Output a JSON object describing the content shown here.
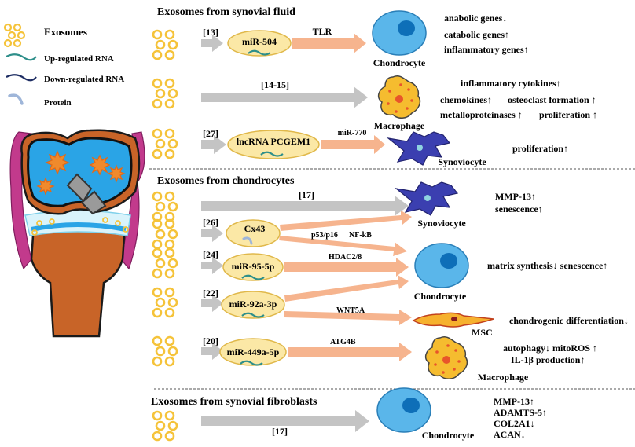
{
  "legend": {
    "exosomes": "Exosomes",
    "up_rna": "Up-regulated RNA",
    "down_rna": "Down-regulated RNA",
    "protein": "Protein"
  },
  "colors": {
    "exosome": "#f5c33a",
    "up_rna": "#2e8f8a",
    "down_rna": "#1e2d63",
    "protein": "#9fb6d9",
    "bubble_fill": "#fbe8a6",
    "bubble_stroke": "#e0b84a",
    "gray_arrow": "#c4c4c4",
    "orange_arrow": "#f6b48e",
    "chondrocyte": "#5ab6ea",
    "synoviocyte": "#3b3fb0",
    "macrophage": "#f5bc2f"
  },
  "sections": {
    "synovial_fluid": {
      "title": "Exosomes from synovial fluid",
      "row1": {
        "ref": "[13]",
        "bubble": "miR-504",
        "arrow_label": "TLR",
        "cell": "Chondrocyte",
        "effects": [
          "anabolic genes↓",
          "catabolic genes↑",
          "inflammatory genes↑"
        ]
      },
      "row2": {
        "ref": "[14-15]",
        "cell": "Macrophage",
        "effect_a": "inflammatory cytokines↑",
        "effect_b1": "chemokines↑",
        "effect_b2": "osteoclast formation ↑",
        "effect_c1": "metalloproteinases ↑",
        "effect_c2": "proliferation ↑"
      },
      "row3": {
        "ref": "[27]",
        "bubble": "lncRNA PCGEM1",
        "arrow_label": "miR-770",
        "cell": "Synoviocyte",
        "effect": "proliferation↑"
      }
    },
    "chondrocytes": {
      "title": "Exosomes from chondrocytes",
      "rows": [
        {
          "ref": "[17]"
        },
        {
          "ref": "[26]",
          "bubble": "Cx43",
          "label_a": "p53/p16",
          "label_b": "NF-kB"
        },
        {
          "ref": "[24]",
          "bubble": "miR-95-5p",
          "arrow_label": "HDAC2/8"
        },
        {
          "ref": "[22]",
          "bubble": "miR-92a-3p",
          "arrow_label": "WNT5A"
        },
        {
          "ref": "[20]",
          "bubble": "miR-449a-5p",
          "arrow_label": "ATG4B"
        }
      ],
      "synoviocyte": {
        "name": "Synoviocyte",
        "effects": [
          "MMP-13↑",
          "senescence↑"
        ]
      },
      "chondrocyte": {
        "name": "Chondrocyte",
        "effect": "matrix synthesis↓ senescence↑"
      },
      "msc": {
        "name": "MSC",
        "effect": "chondrogenic differentiation↓"
      },
      "macrophage": {
        "name": "Macrophage",
        "effects": [
          "autophagy↓ mitoROS ↑",
          "IL-1β production↑"
        ]
      }
    },
    "fibroblasts": {
      "title": "Exosomes from synovial fibroblasts",
      "ref": "[17]",
      "cell": "Chondrocyte",
      "effects": [
        "MMP-13↑",
        "ADAMTS-5↑",
        "COL2A1↓",
        "ACAN↓"
      ]
    }
  }
}
